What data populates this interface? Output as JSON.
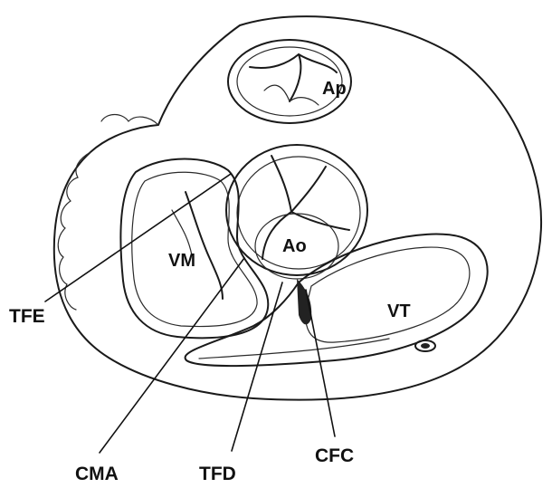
{
  "regions": {
    "pulmonary_valve": "Ap",
    "aortic_valve": "Ao",
    "mitral_valve": "VM",
    "tricuspid_valve": "VT"
  },
  "callouts": {
    "left_fibrous_trigone": "TFE",
    "mitral_aortic_continuity": "CMA",
    "right_fibrous_trigone": "TFD",
    "central_fibrous_body": "CFC"
  }
}
